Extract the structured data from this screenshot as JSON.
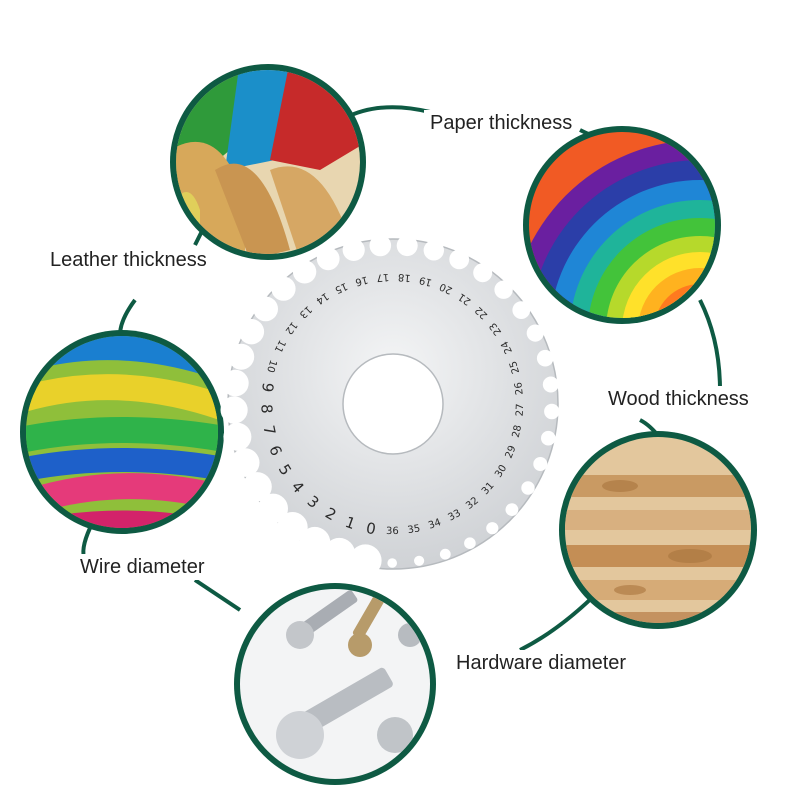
{
  "labels": {
    "paper": "Paper thickness",
    "leather": "Leather thickness",
    "wood": "Wood thickness",
    "wire": "Wire diameter",
    "hardware": "Hardware diameter"
  },
  "gauge": {
    "numbers": [
      "0",
      "1",
      "2",
      "3",
      "4",
      "5",
      "6",
      "7",
      "8",
      "9",
      "10",
      "11",
      "12",
      "13",
      "14",
      "15",
      "16",
      "17",
      "18",
      "19",
      "20",
      "21",
      "22",
      "23",
      "24",
      "25",
      "26",
      "27",
      "28",
      "29",
      "30",
      "31",
      "32",
      "33",
      "34",
      "35",
      "36"
    ]
  },
  "colors": {
    "ring": "#0e5a43",
    "gauge_metal": "#e4e6e8",
    "label_text": "#222222"
  }
}
